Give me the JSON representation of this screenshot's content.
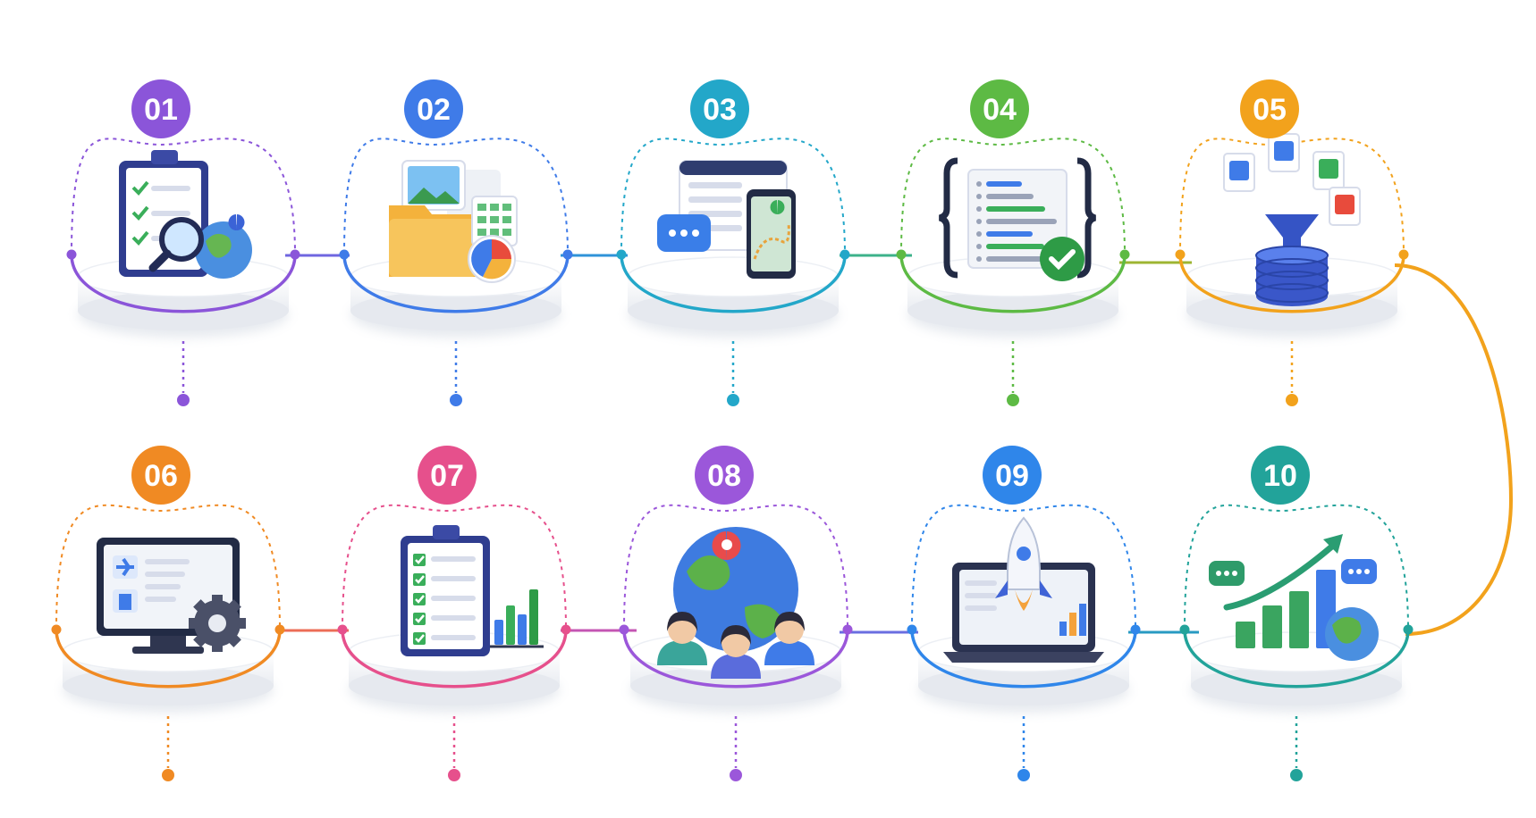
{
  "steps": [
    {
      "number": "01",
      "color": "#8b55d9",
      "icon": "clipboard-magnifier-globe-icon"
    },
    {
      "number": "02",
      "color": "#3f7be8",
      "icon": "folder-photo-spreadsheet-chart-icon"
    },
    {
      "number": "03",
      "color": "#23a7c9",
      "icon": "browser-chat-phone-map-icon"
    },
    {
      "number": "04",
      "color": "#5dba44",
      "icon": "code-brackets-checkmark-icon"
    },
    {
      "number": "05",
      "color": "#f2a21c",
      "icon": "files-funnel-database-icon"
    },
    {
      "number": "06",
      "color": "#f08a23",
      "icon": "monitor-travel-gear-icon"
    },
    {
      "number": "07",
      "color": "#e6508c",
      "icon": "checklist-bar-chart-icon"
    },
    {
      "number": "08",
      "color": "#9b57da",
      "icon": "globe-location-people-icon"
    },
    {
      "number": "09",
      "color": "#2f86ea",
      "icon": "laptop-rocket-chart-icon"
    },
    {
      "number": "10",
      "color": "#22a39a",
      "icon": "growth-chart-chat-globe-icon"
    }
  ]
}
